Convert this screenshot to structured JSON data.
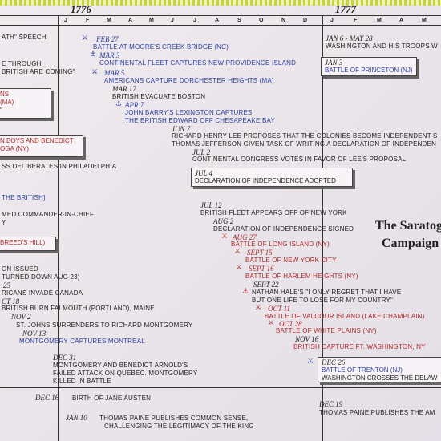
{
  "years": [
    "1776",
    "1777"
  ],
  "months_1776": [
    "J",
    "F",
    "M",
    "A",
    "M",
    "J",
    "J",
    "A",
    "S",
    "O",
    "N",
    "D"
  ],
  "months_1777": [
    "J",
    "F",
    "M",
    "A"
  ],
  "title_lines": [
    "The Saratog",
    "Campaign"
  ],
  "colors": {
    "blue": "#2b3fa3",
    "red": "#b02a2a",
    "border_dots": "#c8d23a"
  },
  "left_fragments": [
    "ath\" speech",
    "e through",
    "British are coming\"",
    "ns",
    "(MA)",
    "\"",
    "n Boys and Benedict",
    "oga (NY)",
    "ss deliberates in Philadelphia",
    "the British]",
    "med Commander-in-Chief",
    "y",
    "Breed's Hill)",
    "on issued",
    "turned down Aug 23)",
    "25",
    "ricans invade Canada",
    "ct 18",
    "British burn Falmouth (Portland), Maine",
    "Nov 2",
    "St. Johns surrenders to Richard Montgomery",
    "Nov 13",
    "Montgomery captures Montreal",
    "Dec 31",
    "Montgomery and Benedict Arnold's",
    "failed attack on Quebec.  Montgomery",
    "killed in battle",
    "Dec 16",
    "Birth of Jane Austen",
    "Jan 10",
    "Thomas Paine publishes Common Sense,",
    "challenging the legitimacy of the king"
  ],
  "events_1776": [
    {
      "date": "Feb 27",
      "text": "Battle at Moore's Creek Bridge (NC)"
    },
    {
      "date": "Mar 3",
      "text": "Continental fleet captures New Providence Island"
    },
    {
      "date": "Mar 5",
      "text": "Americans capture Dorchester Heights (MA)"
    },
    {
      "date": "Mar 17",
      "text": "British evacuate Boston"
    },
    {
      "date": "Apr 7",
      "text": "John Barry's Lexington captures",
      "text2": "the British Edward off Chesapeake Bay"
    },
    {
      "date": "Jun 7",
      "text": "Richard Henry Lee proposes that the colonies become independent s"
    },
    {
      "date": "",
      "text": "Thomas Jefferson given task of writing a declaration of independen"
    },
    {
      "date": "Jul 2",
      "text": "Continental Congress votes in favor of Lee's proposal"
    },
    {
      "date": "Jul 4",
      "text": "Declaration of Independence adopted"
    },
    {
      "date": "Jul 12",
      "text": "British fleet appears off of New York"
    },
    {
      "date": "Aug 2",
      "text": "Declaration of Independence signed"
    },
    {
      "date": "Aug 27",
      "text": "Battle of Long Island (NY)"
    },
    {
      "date": "Sept 15",
      "text": "Battle of New York City"
    },
    {
      "date": "Sept 16",
      "text": "Battle of Harlem Heights (NY)"
    },
    {
      "date": "Sept 22",
      "text": "Nathan Hale's \"I only regret that I have",
      "text2": "but one life to lose for my country\""
    },
    {
      "date": "Oct 11",
      "text": "Battle of Valcour Island (Lake Champlain)"
    },
    {
      "date": "Oct 28",
      "text": "Battle of White Plains (NY)"
    },
    {
      "date": "Nov 16",
      "text": "British capture Ft. Washington, NY"
    }
  ],
  "events_1777": [
    {
      "date": "Jan 6 - May 28",
      "text": "Washington and his troops w"
    },
    {
      "date": "Jan 3",
      "text": "Battle of Princeton (NJ)"
    },
    {
      "date": "Dec 26",
      "text": "Battle of Trenton (NJ)",
      "text2": "Washington crosses the Delaw"
    },
    {
      "date": "Dec 19",
      "text": "Thomas Paine publishes The Am"
    }
  ]
}
